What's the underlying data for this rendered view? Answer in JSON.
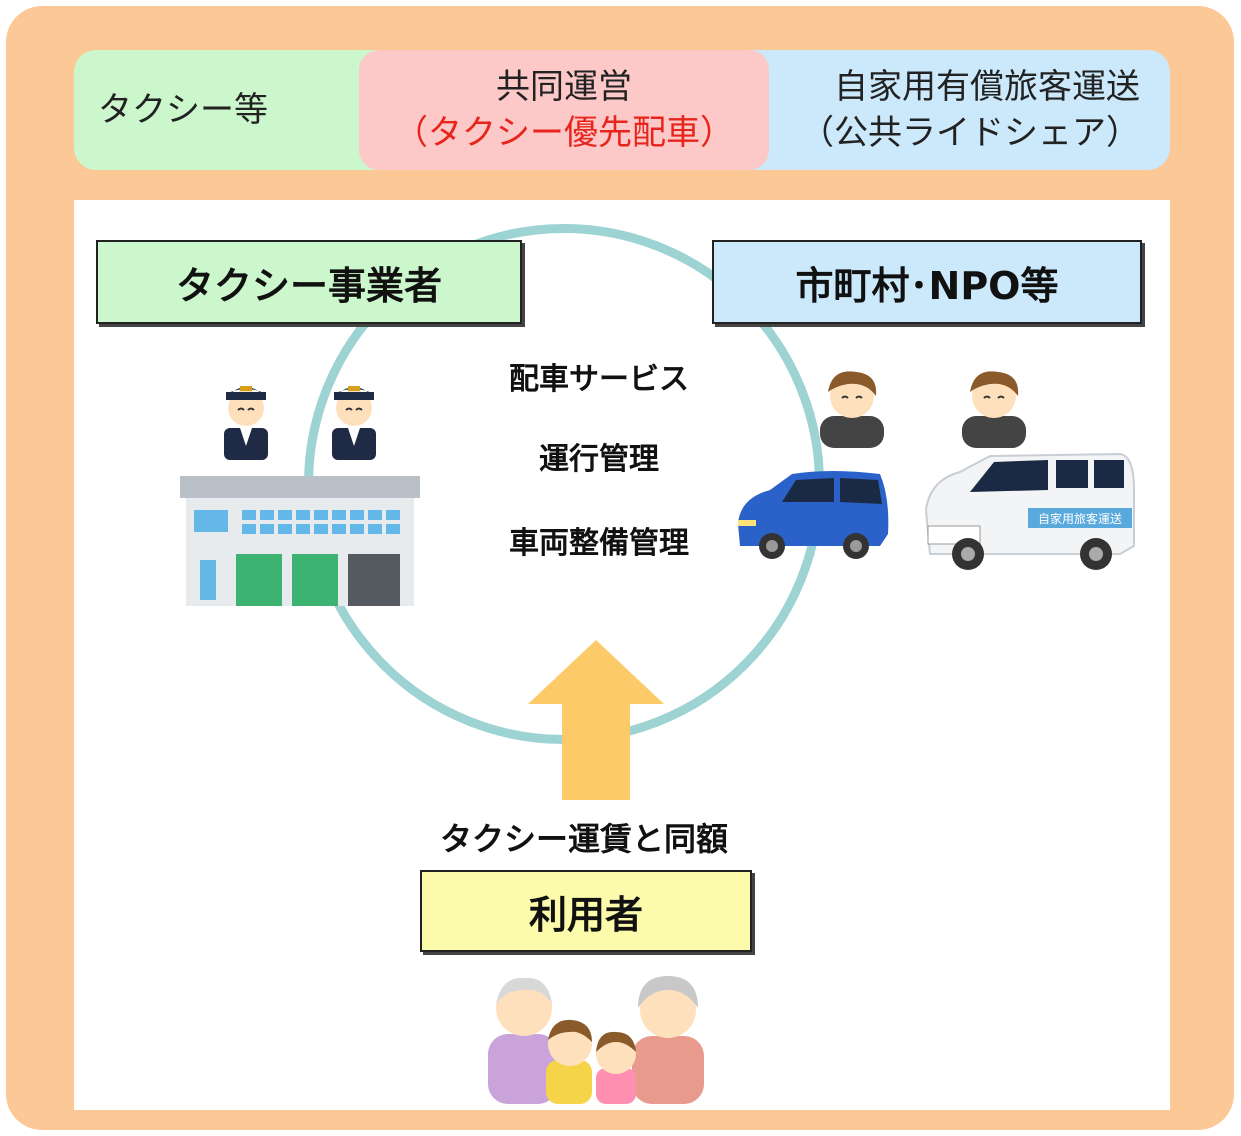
{
  "header": {
    "segments": [
      {
        "label": "タクシー等"
      },
      {
        "line1": "共同運営",
        "line2": "（タクシー優先配車）"
      },
      {
        "line1": "自家用有償旅客運送",
        "line2": "（公共ライドシェア）"
      }
    ]
  },
  "diagram": {
    "operator_label": "タクシー事業者",
    "city_label": "市町村･NPO等",
    "services": [
      "配車サービス",
      "運行管理",
      "車両整備管理"
    ],
    "fare_label": "タクシー運賃と同額",
    "user_label": "利用者",
    "van_side_text": "自家用旅客運送"
  },
  "colors": {
    "frame": "#fcc896",
    "green": "#ccf7cc",
    "pink": "#fcc8c8",
    "blue": "#cbe9fb",
    "yellow_box": "#fbfbab",
    "ring": "#9ed3d3",
    "arrow": "#fdca6a",
    "red_text": "#e8251c"
  },
  "icons": [
    "taxi-driver-icon",
    "building-icon",
    "person-icon",
    "minivan-icon",
    "van-icon",
    "up-arrow-icon",
    "family-icon"
  ]
}
